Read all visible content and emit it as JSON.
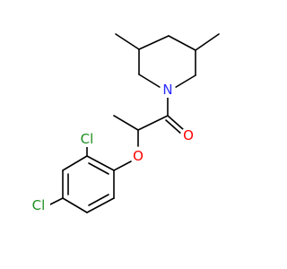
{
  "colors": {
    "background": "#ffffff",
    "bond": "#000000",
    "nitrogen": "#2b2bff",
    "oxygen": "#ff0000",
    "chlorine": "#1f8f1f"
  },
  "labels": {
    "nitrogen": "N",
    "oxygen_carbonyl": "O",
    "oxygen_ether": "O",
    "chlorine_top": "Cl",
    "chlorine_bottom": "Cl"
  }
}
